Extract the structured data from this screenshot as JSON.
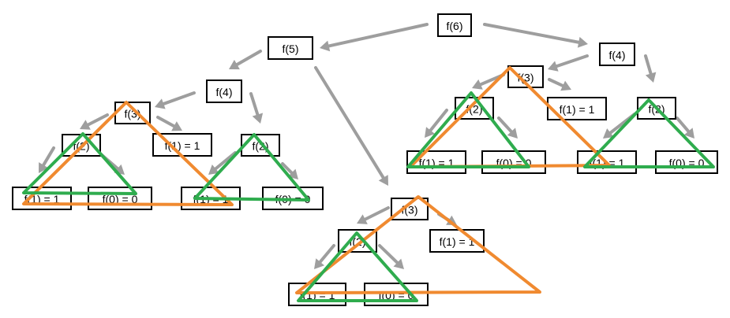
{
  "colors": {
    "arrow": "#9e9e9e",
    "overlap_large": "#f08a30",
    "overlap_small": "#2fac4e"
  },
  "nodes": [
    {
      "id": "f6",
      "label": "f(6)"
    },
    {
      "id": "f5",
      "label": "f(5)"
    },
    {
      "id": "f4a",
      "label": "f(4)"
    },
    {
      "id": "f4b",
      "label": "f(4)"
    },
    {
      "id": "f3a",
      "label": "f(3)"
    },
    {
      "id": "f3b",
      "label": "f(3)"
    },
    {
      "id": "f3c",
      "label": "f(3)"
    },
    {
      "id": "f2a",
      "label": "f(2)"
    },
    {
      "id": "f2b",
      "label": "f(2)"
    },
    {
      "id": "f2c",
      "label": "f(2)"
    },
    {
      "id": "f2d",
      "label": "f(2)"
    },
    {
      "id": "f2e",
      "label": "f(2)"
    },
    {
      "id": "f1a",
      "label": "f(1) = 1"
    },
    {
      "id": "f1b",
      "label": "f(1) = 1"
    },
    {
      "id": "f1c",
      "label": "f(1) = 1"
    },
    {
      "id": "f1d",
      "label": "f(1) = 1"
    },
    {
      "id": "f1e",
      "label": "f(1) = 1"
    },
    {
      "id": "f1f",
      "label": "f(1) = 1"
    },
    {
      "id": "f1g",
      "label": "f(1) = 1"
    },
    {
      "id": "f1h",
      "label": "f(1) = 1"
    },
    {
      "id": "f0a",
      "label": "f(0) = 0"
    },
    {
      "id": "f0b",
      "label": "f(0) = 0"
    },
    {
      "id": "f0c",
      "label": "f(0) = 0"
    },
    {
      "id": "f0d",
      "label": "f(0) = 0"
    },
    {
      "id": "f0e",
      "label": "f(0) = 0"
    }
  ],
  "edges": [
    [
      "f6",
      "f5"
    ],
    [
      "f6",
      "f4b"
    ],
    [
      "f5",
      "f4a"
    ],
    [
      "f5",
      "f3c"
    ],
    [
      "f4a",
      "f3a"
    ],
    [
      "f4a",
      "f2b"
    ],
    [
      "f3a",
      "f2a"
    ],
    [
      "f3a",
      "f1b"
    ],
    [
      "f2a",
      "f1a"
    ],
    [
      "f2a",
      "f0a"
    ],
    [
      "f2b",
      "f1c"
    ],
    [
      "f2b",
      "f0b"
    ],
    [
      "f4b",
      "f3b"
    ],
    [
      "f4b",
      "f2d"
    ],
    [
      "f3b",
      "f2c"
    ],
    [
      "f3b",
      "f1e"
    ],
    [
      "f2c",
      "f1d"
    ],
    [
      "f2c",
      "f0c"
    ],
    [
      "f2d",
      "f1f"
    ],
    [
      "f2d",
      "f0d"
    ],
    [
      "f3c",
      "f2e"
    ],
    [
      "f3c",
      "f1h"
    ],
    [
      "f2e",
      "f1g"
    ],
    [
      "f2e",
      "f0e"
    ]
  ]
}
